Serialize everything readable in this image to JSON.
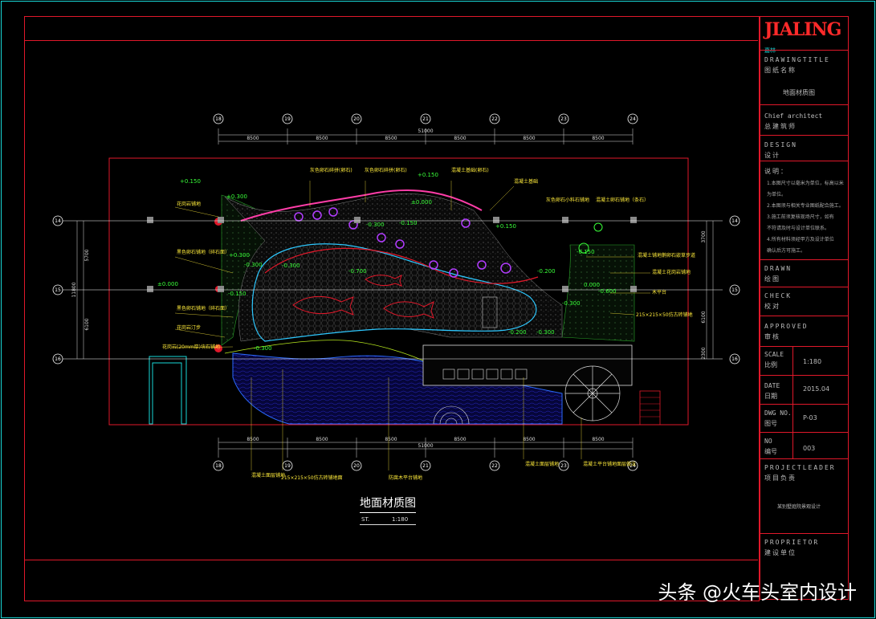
{
  "logo": {
    "text": "JIALING",
    "suffix": "嘉林"
  },
  "title_block": {
    "drawing_title_label": "DRAWINGTITLE",
    "drawing_title_cn": "图纸名称",
    "drawing_title_value": "地面材质图",
    "chief_architect_label": "Chief architect",
    "chief_architect_cn": "总建筑师",
    "design_label": "DESIGN",
    "design_cn": "设计",
    "notes_heading": "说明：",
    "notes": [
      "1.本图尺寸以毫米为单位，标高以米为单位。",
      "2.本图须与相关专业图纸配合施工。",
      "3.施工前须复核现场尺寸，如有",
      "不符请及时与设计单位联系。",
      "4.所有材料须经甲方及设计单位",
      "确认后方可施工。"
    ],
    "drawn_label": "DRAWN",
    "drawn_cn": "绘图",
    "check_label": "CHECK",
    "check_cn": "校对",
    "approved_label": "APPROVED",
    "approved_cn": "审核",
    "scale_label": "SCALE",
    "scale_cn": "比例",
    "scale_value": "1:180",
    "date_label": "DATE",
    "date_cn": "日期",
    "date_value": "2015.04",
    "dwg_no_label": "DWG NO.",
    "dwg_no_cn": "图号",
    "dwg_no_value": "P-03",
    "no_label": "NO",
    "no_cn": "编号",
    "no_value": "003",
    "project_leader_label": "PROJECTLEADER",
    "project_leader_cn": "项目负责",
    "project_name": "某别墅庭院景观设计",
    "proprietor_label": "PROPRIETOR",
    "proprietor_cn": "建设单位"
  },
  "plan": {
    "title": "地面材质图",
    "scale_prefix": "ST.",
    "scale_value": "1:180",
    "axes_top": [
      "18",
      "19",
      "20",
      "21",
      "22",
      "23",
      "24"
    ],
    "axes_left": [
      "14",
      "15",
      "16"
    ],
    "axes_right": [
      "14",
      "15",
      "16"
    ],
    "top_dims": [
      "8500",
      "8500",
      "8500",
      "8500",
      "8500",
      "8500"
    ],
    "top_total": "51000",
    "bottom_dims": [
      "8500",
      "8500",
      "8500",
      "8500",
      "8500",
      "8500"
    ],
    "bottom_total": "51000",
    "left_dims": [
      "5700",
      "6100"
    ],
    "left_total": "11800",
    "right_dims": [
      "3700",
      "6100",
      "2300"
    ],
    "levels": [
      "+0.150",
      "±0.300",
      "+0.300",
      "-0.150",
      "±0.000",
      "+0.150",
      "-0.300",
      "±0.000",
      "-0.300",
      "-0.150",
      "+0.150",
      "-0.300",
      "-0.700",
      "-0.200",
      "-0.300",
      "-0.300",
      "-0.600",
      "0.000",
      "-0.150",
      "-0.200",
      "-0.300"
    ],
    "notes_left": [
      "花岗岩铺地",
      "黑色卵石铺地（碎石面）",
      "黑色卵石铺地（碎石面）",
      "花岗岩汀步",
      "花岗岩(20mm厚)块石铺地"
    ],
    "notes_top": [
      "灰色卵石碎拼(卵石)",
      "灰色卵石碎拼(卵石)",
      "混凝土基础(卵石)",
      "混凝土基础"
    ],
    "notes_mid": [
      "灰色卵石小料石铺地",
      "混凝土卵石铺地（条石）"
    ],
    "notes_right": [
      "混凝土铺地鹅卵石嵌草步道",
      "混凝土花岗岩铺地",
      "木平台",
      "215×215×50仿古砖铺地"
    ],
    "notes_bottom": [
      "混凝土面层铺地",
      "215×215×50仿古砖铺地面",
      "防腐木平台铺地",
      "混凝土面层铺地",
      "混凝土平台铺地面层做法"
    ]
  },
  "watermark": "头条 @火车头室内设计"
}
